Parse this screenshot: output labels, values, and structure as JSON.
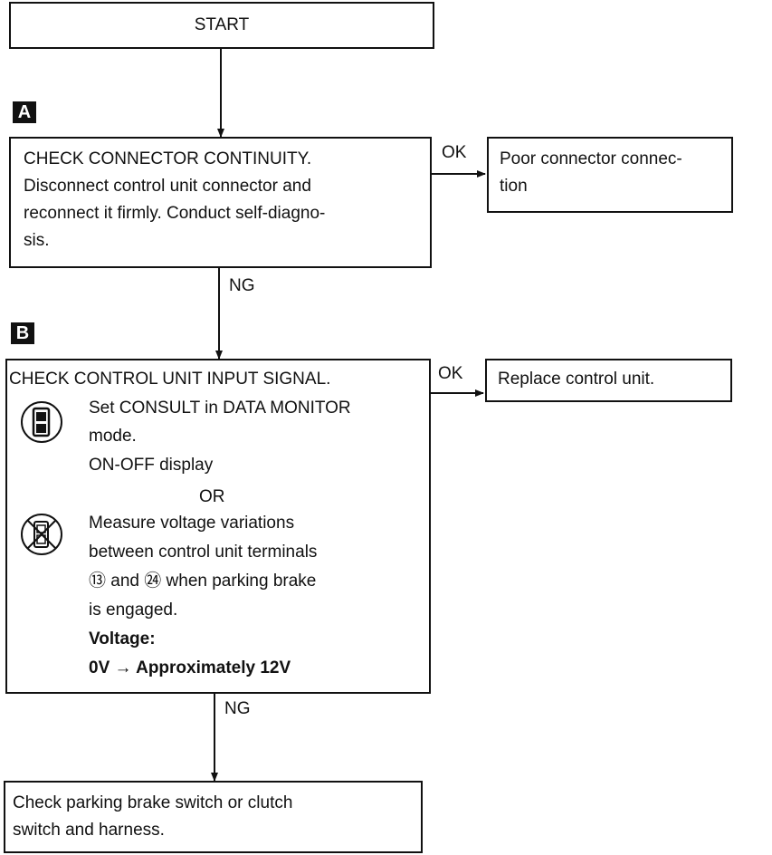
{
  "start": {
    "label": "START"
  },
  "step_a": {
    "tag": "A",
    "lines": [
      "CHECK CONNECTOR CONTINUITY.",
      "Disconnect control unit connector and",
      "reconnect it firmly. Conduct self-diagno-",
      "sis."
    ],
    "ok_label": "OK",
    "ng_label": "NG",
    "ok_result": [
      "Poor connector connec-",
      "tion"
    ]
  },
  "step_b": {
    "tag": "B",
    "title": "CHECK CONTROL UNIT INPUT SIGNAL.",
    "consult_lines": [
      "Set CONSULT in DATA MONITOR",
      "mode.",
      "ON-OFF display"
    ],
    "or_label": "OR",
    "meter_lines": [
      "Measure voltage variations",
      "between control unit terminals",
      "⑬ and ㉔ when parking brake",
      "is engaged."
    ],
    "voltage_label": "Voltage:",
    "voltage_value": "0V → Approximately 12V",
    "ok_label": "OK",
    "ng_label": "NG",
    "ok_result": "Replace control unit."
  },
  "final": {
    "lines": [
      "Check parking brake switch or clutch",
      "switch and harness."
    ]
  },
  "icons": {
    "consult": "consult-tester-icon",
    "no_consult": "no-consult-tester-icon"
  }
}
